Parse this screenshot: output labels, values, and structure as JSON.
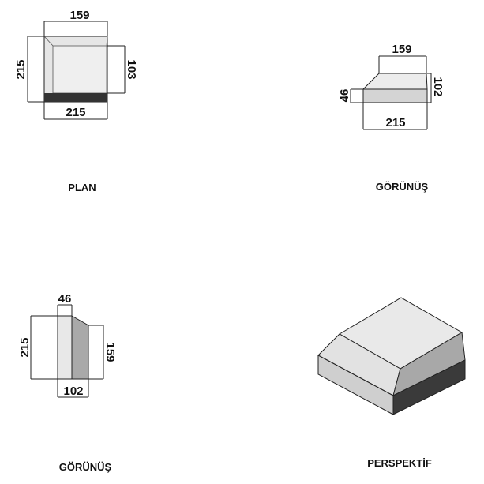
{
  "views": {
    "plan": {
      "title": "PLAN",
      "dim_top": "159",
      "dim_left": "215",
      "dim_right": "103",
      "dim_bottom": "215"
    },
    "front": {
      "title": "GÖRÜNÜŞ",
      "dim_top": "159",
      "dim_left": "46",
      "dim_right": "102",
      "dim_bottom": "215"
    },
    "side": {
      "title": "GÖRÜNÜŞ",
      "dim_top": "46",
      "dim_left": "215",
      "dim_right": "159",
      "dim_bottom": "102"
    },
    "perspective": {
      "title": "PERSPEKTİF"
    }
  },
  "colors": {
    "light_face": "#ececec",
    "mid_face": "#d6d6d6",
    "dark_face": "#a9a9a9",
    "darkest": "#3a3a3a",
    "line": "#222222"
  }
}
